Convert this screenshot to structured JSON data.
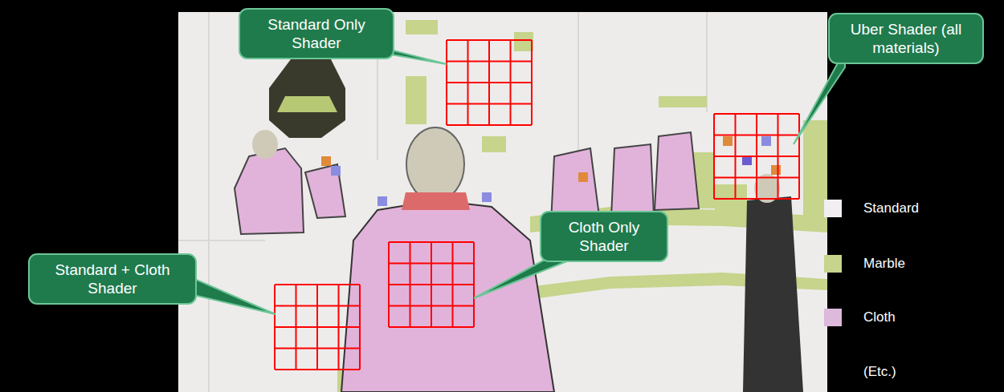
{
  "diagram": {
    "nodes": [
      {
        "text": [
          "Standard Only Shader"
        ]
      },
      {
        "text": [
          "Uber Shader (all materials)"
        ]
      },
      {
        "text": [
          "Cloth Only Shader"
        ]
      },
      {
        "text": [
          "Standard + Cloth Shader"
        ]
      }
    ],
    "labels": [
      "(Etc.)"
    ],
    "legend": [
      {
        "text": "Standard",
        "color": "#f2eef2"
      },
      {
        "text": "Marble",
        "color": "#c6d48c"
      },
      {
        "text": "Cloth",
        "color": "#ddb9db"
      }
    ]
  }
}
